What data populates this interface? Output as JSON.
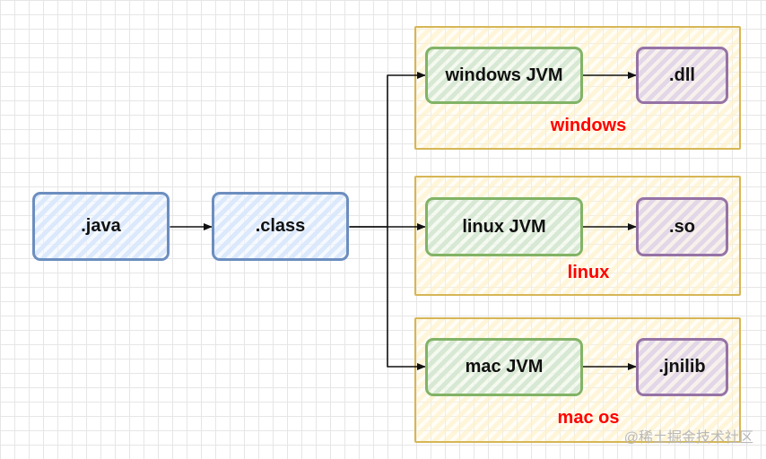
{
  "nodes": {
    "java": ".java",
    "class": ".class",
    "windows_jvm": "windows JVM",
    "dll": ".dll",
    "linux_jvm": "linux JVM",
    "so": ".so",
    "mac_jvm": "mac JVM",
    "jnilib": ".jnilib"
  },
  "groups": {
    "windows": "windows",
    "linux": "linux",
    "mac": "mac os"
  },
  "watermark": "@稀土掘金技术社区",
  "colors": {
    "blue_stroke": "#6c8ebf",
    "green_stroke": "#82b366",
    "purple_stroke": "#9673a6",
    "group_stroke": "#d6b656",
    "label_red": "#ff0000"
  }
}
